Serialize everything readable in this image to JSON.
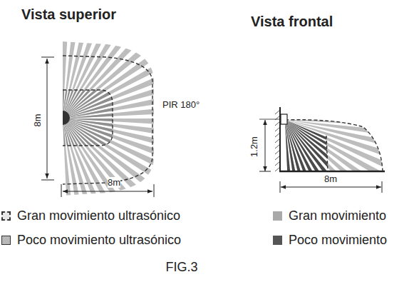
{
  "diagram": {
    "caption": "FIG.3",
    "labels": [
      "Vista superior",
      "Vista frontal",
      "8m",
      "8m",
      "PIR 180°",
      "1.2m",
      "8m"
    ],
    "legend": [
      {
        "text": "Gran movimiento ultrasónico"
      },
      {
        "text": "Poco movimiento ultrasónico",
        "color": "#b8b8b8"
      },
      {
        "text": "Gran movimiento",
        "color": "#a9a9a9"
      },
      {
        "text": "Poco movimiento",
        "color": "#555555"
      }
    ]
  }
}
